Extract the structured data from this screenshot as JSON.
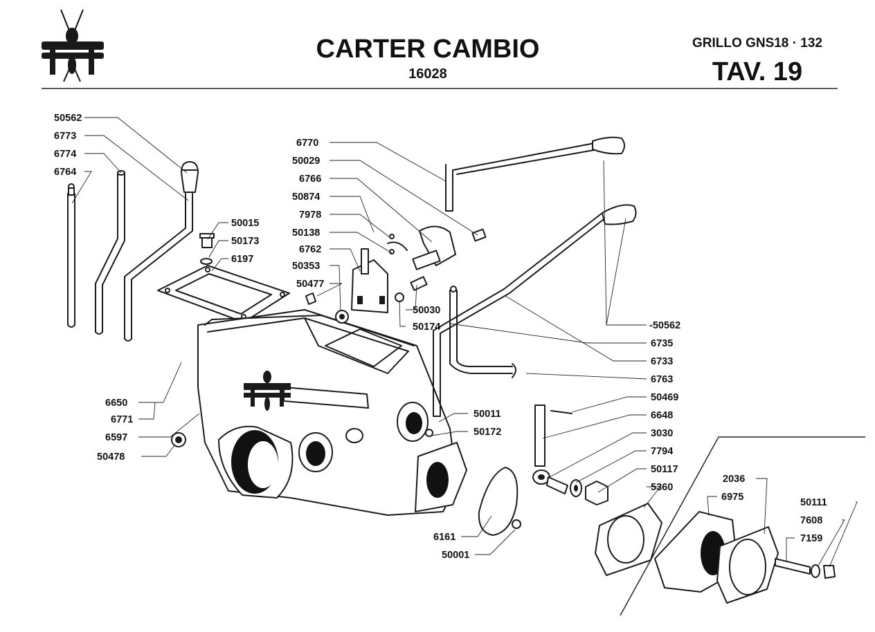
{
  "header": {
    "title": "CARTER CAMBIO",
    "code": "16028",
    "model": "GRILLO GNS18 · 132",
    "table": "TAV. 19"
  },
  "callouts": [
    {
      "id": "c01",
      "text": "50562"
    },
    {
      "id": "c02",
      "text": "6773"
    },
    {
      "id": "c03",
      "text": "6774"
    },
    {
      "id": "c04",
      "text": "6764"
    },
    {
      "id": "c05",
      "text": "50015"
    },
    {
      "id": "c06",
      "text": "50173"
    },
    {
      "id": "c07",
      "text": "6197"
    },
    {
      "id": "c08",
      "text": "6770"
    },
    {
      "id": "c09",
      "text": "50029"
    },
    {
      "id": "c10",
      "text": "6766"
    },
    {
      "id": "c11",
      "text": "50874"
    },
    {
      "id": "c12",
      "text": "7978"
    },
    {
      "id": "c13",
      "text": "50138"
    },
    {
      "id": "c14",
      "text": "6762"
    },
    {
      "id": "c15",
      "text": "50353"
    },
    {
      "id": "c16",
      "text": "50477"
    },
    {
      "id": "c17",
      "text": "50030"
    },
    {
      "id": "c18",
      "text": "50174"
    },
    {
      "id": "c19",
      "text": "-50562"
    },
    {
      "id": "c20",
      "text": "6735"
    },
    {
      "id": "c21",
      "text": "6733"
    },
    {
      "id": "c22",
      "text": "6763"
    },
    {
      "id": "c23",
      "text": "50469"
    },
    {
      "id": "c24",
      "text": "6648"
    },
    {
      "id": "c25",
      "text": "3030"
    },
    {
      "id": "c26",
      "text": "7794"
    },
    {
      "id": "c27",
      "text": "50117"
    },
    {
      "id": "c28",
      "text": "5360"
    },
    {
      "id": "c29",
      "text": "2036"
    },
    {
      "id": "c30",
      "text": "6975"
    },
    {
      "id": "c31",
      "text": "50111"
    },
    {
      "id": "c32",
      "text": "7608"
    },
    {
      "id": "c33",
      "text": "7159"
    },
    {
      "id": "c34",
      "text": "6650"
    },
    {
      "id": "c35",
      "text": "6771"
    },
    {
      "id": "c36",
      "text": "6597"
    },
    {
      "id": "c37",
      "text": "50478"
    },
    {
      "id": "c38",
      "text": "50011"
    },
    {
      "id": "c39",
      "text": "50172"
    },
    {
      "id": "c40",
      "text": "6161"
    },
    {
      "id": "c41",
      "text": "50001"
    }
  ]
}
